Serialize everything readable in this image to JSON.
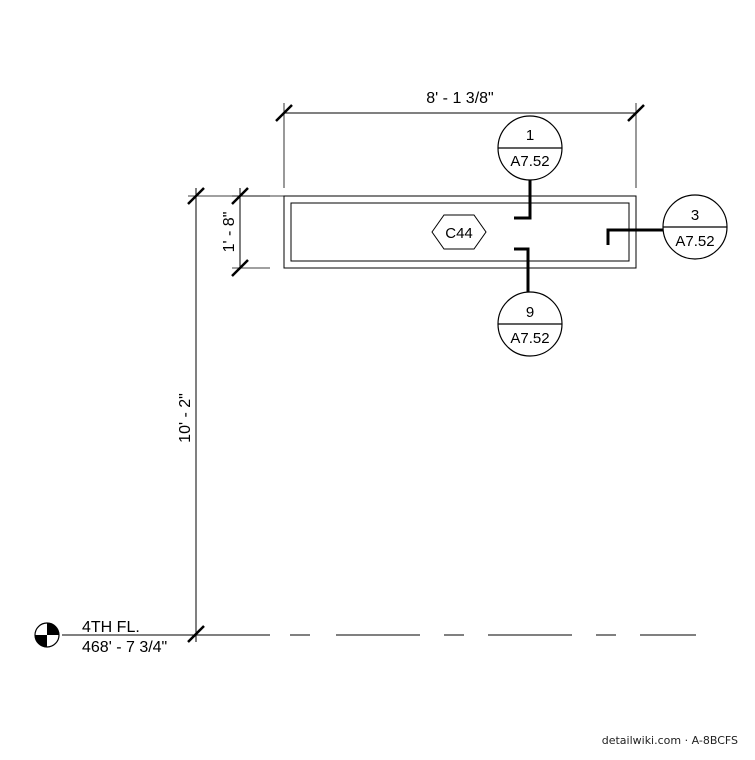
{
  "dimensions": {
    "width": "8' - 1 3/8\"",
    "depth": "1' - 8\"",
    "height": "10' - 2\""
  },
  "tag": {
    "label": "C44"
  },
  "section_callouts": [
    {
      "number": "1",
      "sheet": "A7.52"
    },
    {
      "number": "3",
      "sheet": "A7.52"
    },
    {
      "number": "9",
      "sheet": "A7.52"
    }
  ],
  "level": {
    "name": "4TH FL.",
    "elevation": "468' - 7 3/4\""
  },
  "watermark": "detailwiki.com · A-8BCFS",
  "colors": {
    "line": "#000000",
    "background": "#ffffff"
  },
  "icons": {
    "level_marker": "elevation-target-icon"
  }
}
